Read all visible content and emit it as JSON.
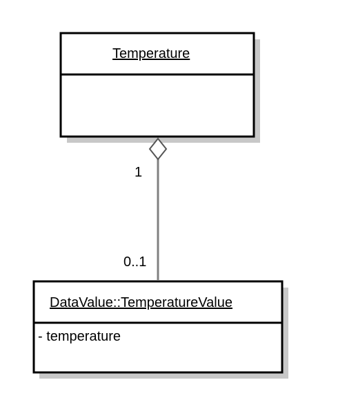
{
  "diagram": {
    "classes": [
      {
        "id": "temperature",
        "name": "Temperature",
        "attributes": []
      },
      {
        "id": "temperature-value",
        "name": "DataValue::TemperatureValue",
        "attributes": [
          "- temperature"
        ]
      }
    ],
    "association": {
      "type": "aggregation",
      "source_multiplicity": "1",
      "target_multiplicity": "0..1"
    }
  }
}
